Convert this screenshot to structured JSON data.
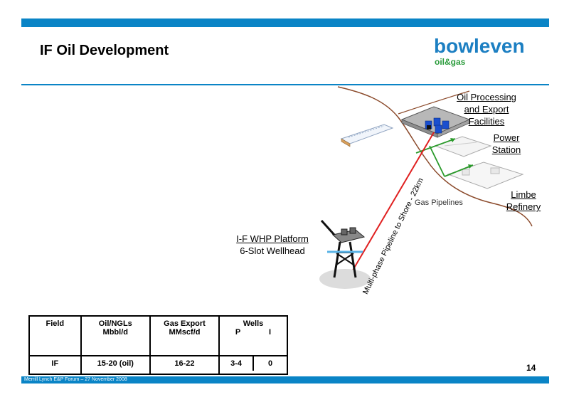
{
  "title": "IF Oil Development",
  "logo": {
    "word": "bowleven",
    "sub": "oil&gas"
  },
  "labels": {
    "oil_processing": [
      "Oil Processing",
      "and Export",
      "Facilities"
    ],
    "power_station": [
      "Power",
      "Station"
    ],
    "limbe_refinery": [
      "Limbe",
      "Refinery"
    ],
    "gas_pipelines": "Gas Pipelines",
    "platform": "I-F  WHP Platform",
    "wellhead": "6-Slot Wellhead",
    "pipeline": "Multi-phase Pipeline to Shore - 22km"
  },
  "table": {
    "headers": {
      "field": "Field",
      "oil": [
        "Oil/NGLs",
        "Mbbl/d"
      ],
      "gas": [
        "Gas Export",
        "MMscf/d"
      ],
      "wells": "Wells",
      "wells_p": "P",
      "wells_i": "I"
    },
    "row": {
      "field": "IF",
      "oil": "15-20 (oil)",
      "gas": "16-22",
      "p": "3-4",
      "i": "0"
    }
  },
  "page_number": "14",
  "footer": "Merrill Lynch E&P Forum – 27 November 2008",
  "colors": {
    "brand_blue": "#0a84c6",
    "pipeline_red": "#e02020",
    "gas_green": "#2a9a2a",
    "coast_brown": "#8b4a2b"
  }
}
